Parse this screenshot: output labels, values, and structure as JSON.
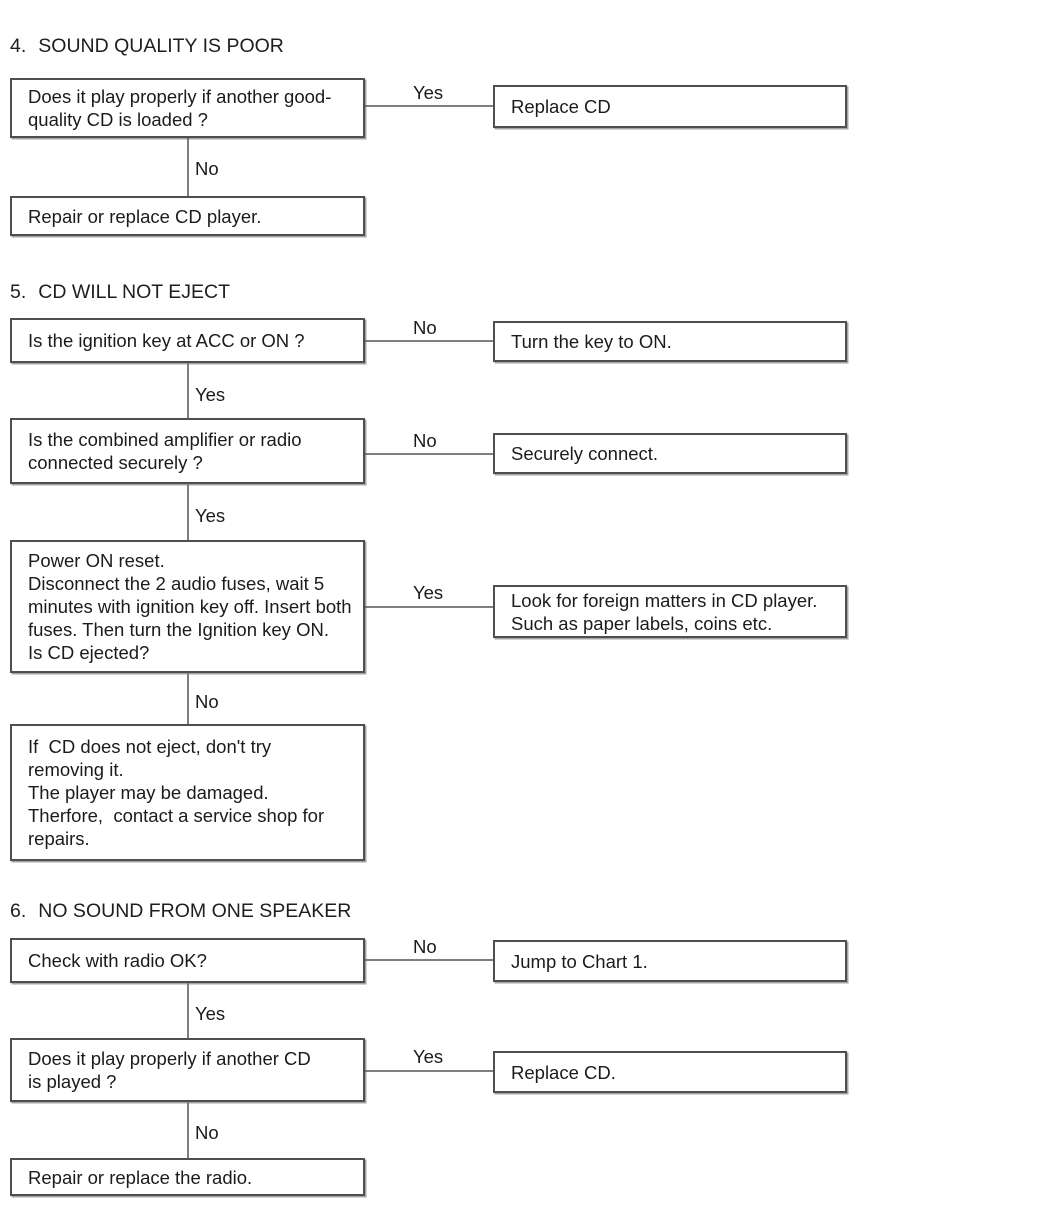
{
  "colors": {
    "background": "#ffffff",
    "box_border": "#4f4f4f",
    "connector": "#7f7f7f",
    "text": "#1b1b1b"
  },
  "sections": [
    {
      "number": "4.",
      "title": "SOUND QUALITY IS POOR",
      "steps": [
        {
          "question": "Does it play properly if another good-\nquality CD is loaded ?",
          "branch_label": "Yes",
          "branch_result": "Replace CD",
          "down_label": "No"
        }
      ],
      "terminal": "Repair or replace CD player."
    },
    {
      "number": "5.",
      "title": "CD WILL NOT EJECT",
      "steps": [
        {
          "question": "Is the ignition key at ACC or ON ?",
          "branch_label": "No",
          "branch_result": "Turn the key to ON.",
          "down_label": "Yes"
        },
        {
          "question": "Is the combined amplifier or radio\nconnected securely ?",
          "branch_label": "No",
          "branch_result": "Securely connect.",
          "down_label": "Yes"
        },
        {
          "question": "Power ON reset.\nDisconnect the 2 audio fuses, wait 5\nminutes with ignition key off. Insert both\nfuses. Then turn the Ignition key ON.\nIs CD ejected?",
          "branch_label": "Yes",
          "branch_result": "Look for foreign matters in CD player.\nSuch as paper labels, coins etc.",
          "down_label": "No"
        }
      ],
      "terminal": "If  CD does not eject, don't try\nremoving it.\nThe player may be damaged.\nTherfore,  contact a service shop for\nrepairs."
    },
    {
      "number": "6.",
      "title": "NO SOUND FROM ONE SPEAKER",
      "steps": [
        {
          "question": "Check with radio OK?",
          "branch_label": "No",
          "branch_result": "Jump to Chart 1.",
          "down_label": "Yes"
        },
        {
          "question": "Does it play properly if another CD\nis played ?",
          "branch_label": "Yes",
          "branch_result": "Replace CD.",
          "down_label": "No"
        }
      ],
      "terminal": "Repair or replace the radio."
    }
  ]
}
